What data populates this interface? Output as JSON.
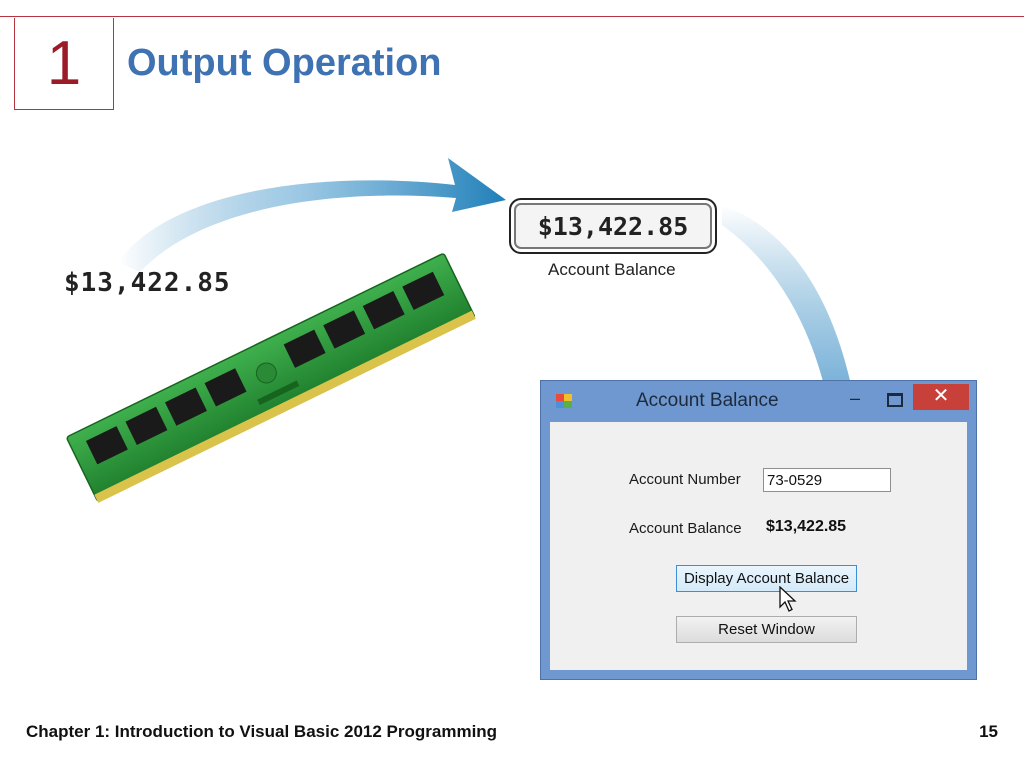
{
  "slide": {
    "chapter_number": "1",
    "title": "Output Operation",
    "footer": "Chapter 1: Introduction to Visual Basic 2012 Programming",
    "page_number": "15"
  },
  "illustration": {
    "memory_value": "$13,422.85",
    "variable_value": "$13,422.85",
    "variable_caption": "Account Balance"
  },
  "window": {
    "title": "Account Balance",
    "minimize_glyph": "–",
    "close_glyph": "✕",
    "account_number_label": "Account Number",
    "account_number_value": "73-0529",
    "account_balance_label": "Account Balance",
    "account_balance_value": "$13,422.85",
    "display_button": "Display Account Balance",
    "reset_button": "Reset Window"
  },
  "colors": {
    "accent_red": "#b5343f",
    "title_blue": "#3f72b2",
    "arrow_blue": "#1f7fb8",
    "window_border_blue": "#6e98cf",
    "close_red": "#c8403a",
    "ram_green": "#2f9a3c"
  }
}
